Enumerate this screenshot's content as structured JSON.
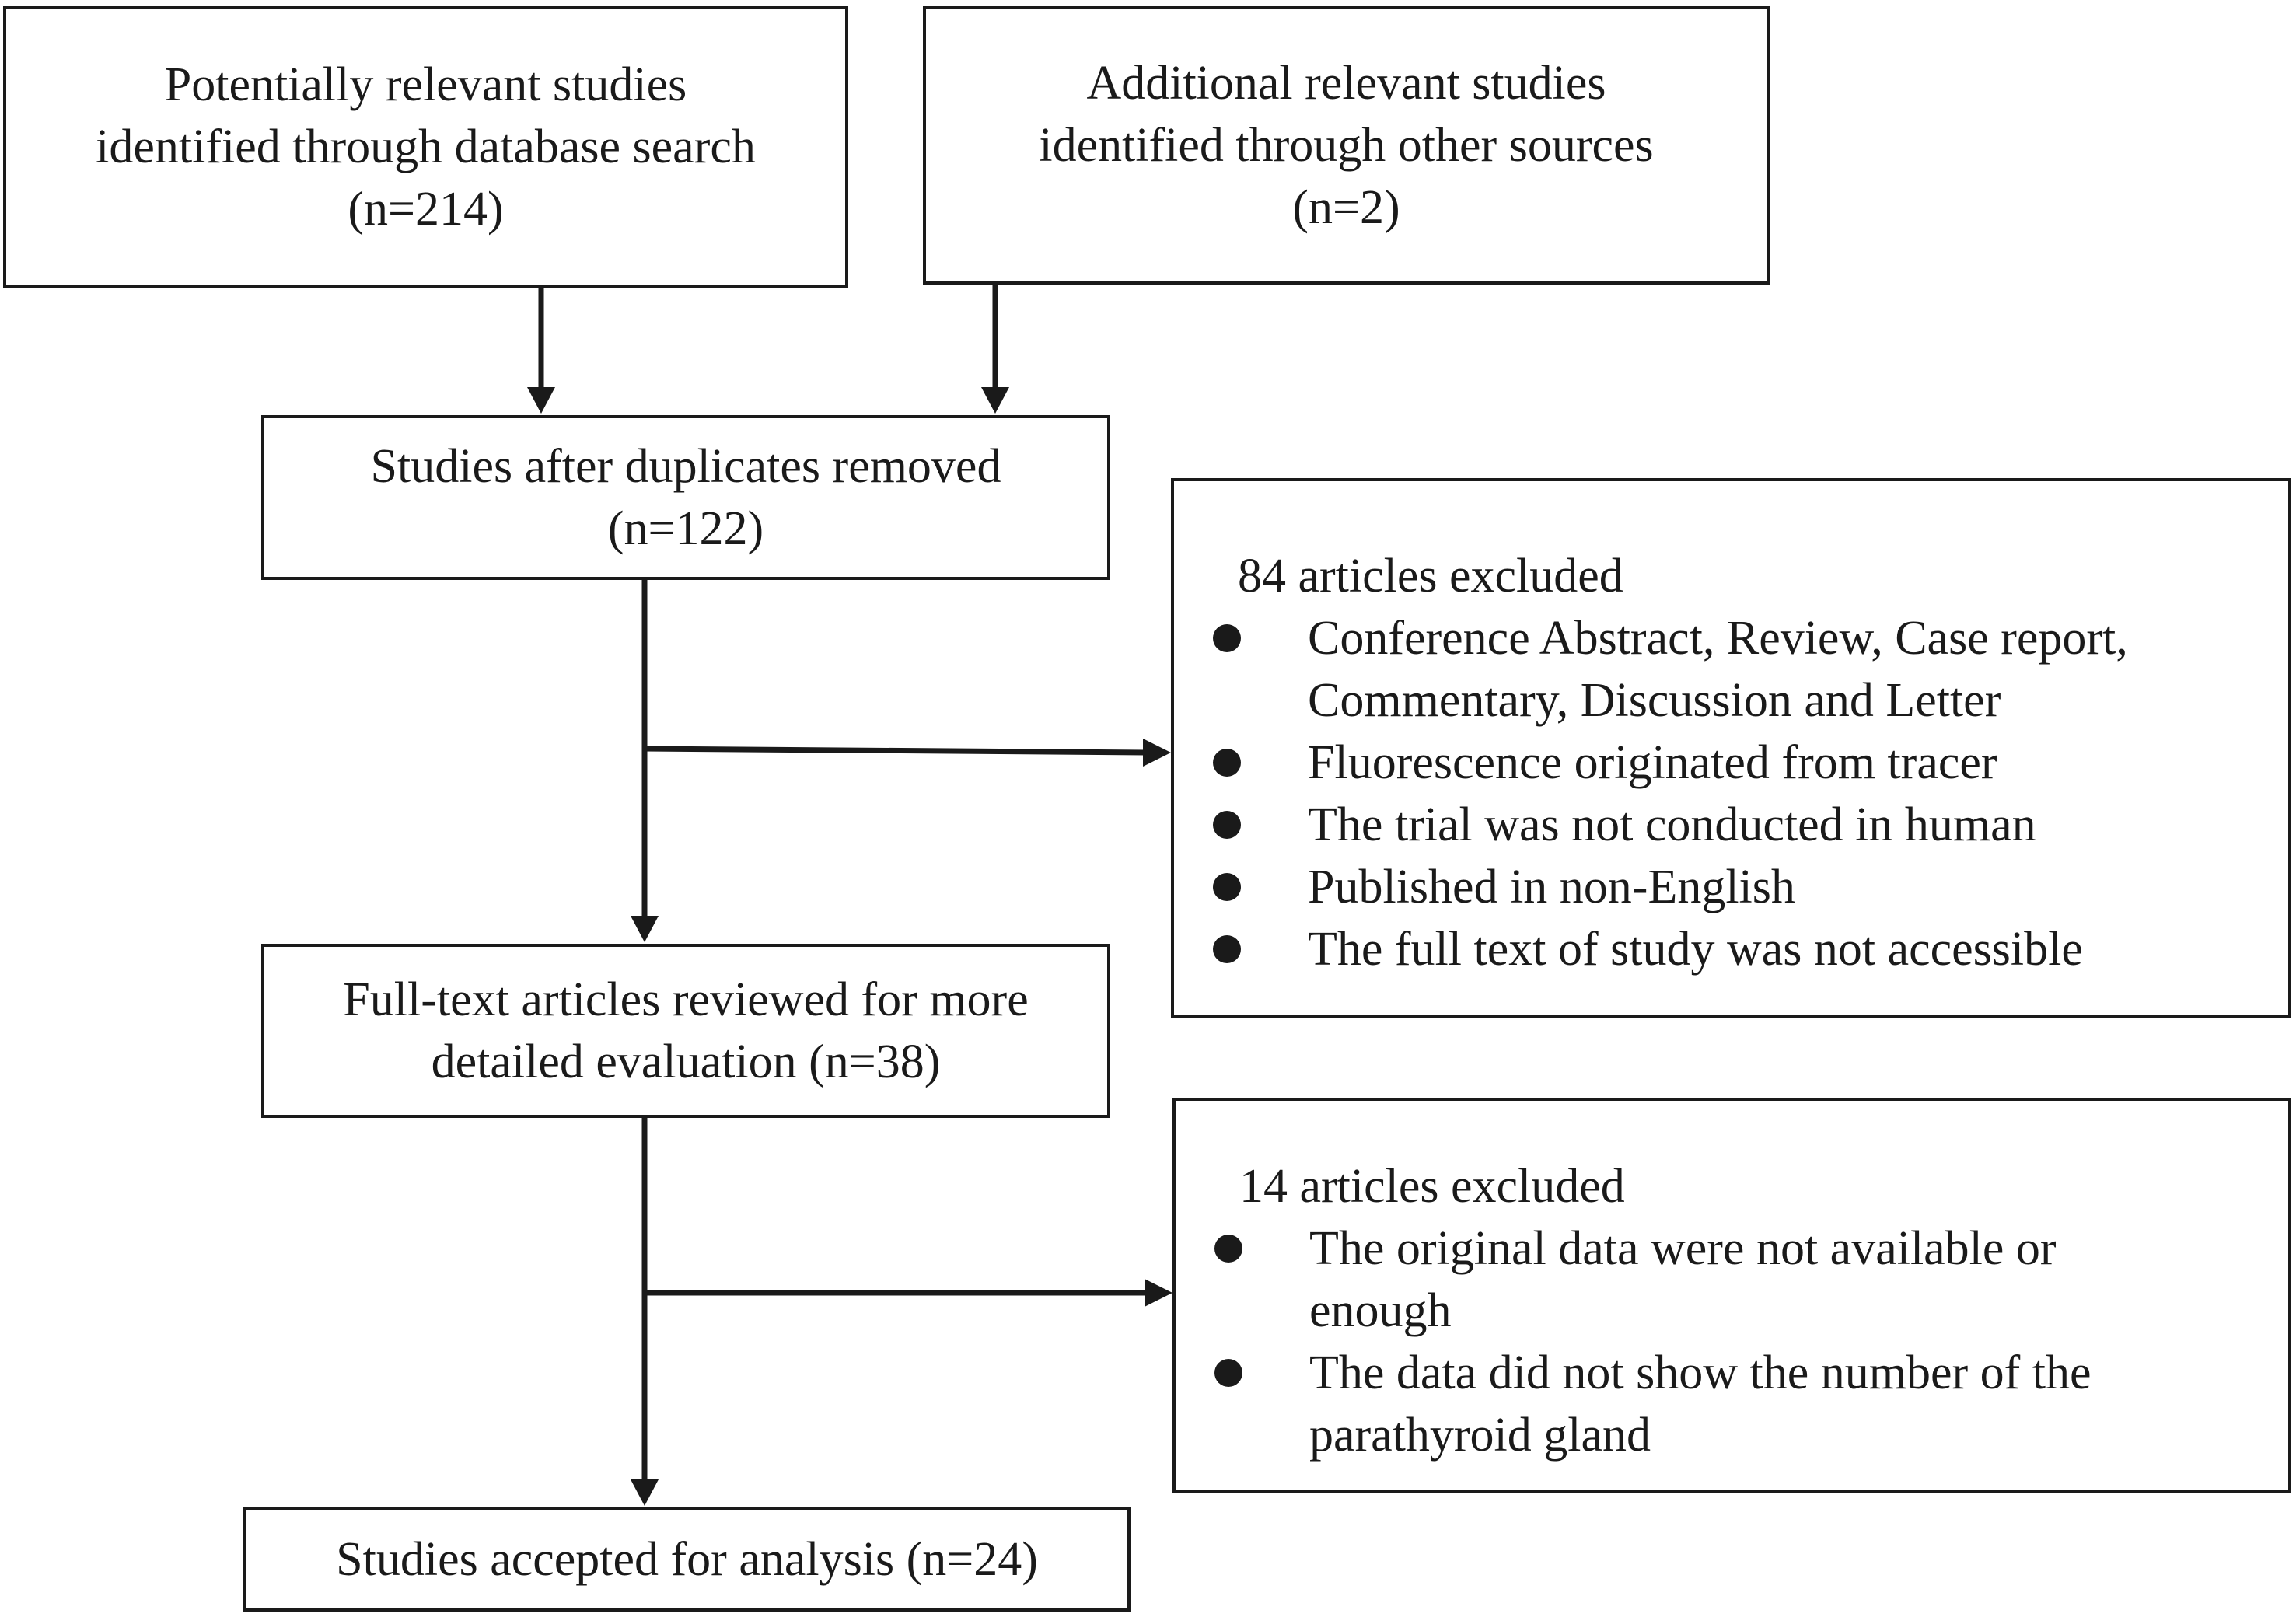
{
  "box_database": {
    "lines": [
      "Potentially relevant studies",
      "identified through database search",
      "(n=214)"
    ]
  },
  "box_other": {
    "lines": [
      "Additional relevant studies",
      "identified through other sources",
      "(n=2)"
    ]
  },
  "box_duplicates": {
    "lines": [
      "Studies after duplicates removed",
      "(n=122)"
    ]
  },
  "box_fulltext": {
    "lines": [
      "Full-text articles reviewed for more",
      "detailed evaluation (n=38)"
    ]
  },
  "box_accepted": {
    "lines": [
      "Studies accepted for analysis (n=24)"
    ]
  },
  "exclusion_1": {
    "title": "84 articles excluded",
    "items": [
      [
        "Conference Abstract, Review, Case report,",
        "Commentary, Discussion and Letter"
      ],
      [
        "Fluorescence originated from tracer"
      ],
      [
        "The trial was not conducted in human"
      ],
      [
        "Published in non-English"
      ],
      [
        "The full text of study was not accessible"
      ]
    ]
  },
  "exclusion_2": {
    "title": "14 articles excluded",
    "items": [
      [
        "The original data were not available or",
        "enough"
      ],
      [
        "The data did not show the number of the",
        "parathyroid gland"
      ]
    ]
  }
}
